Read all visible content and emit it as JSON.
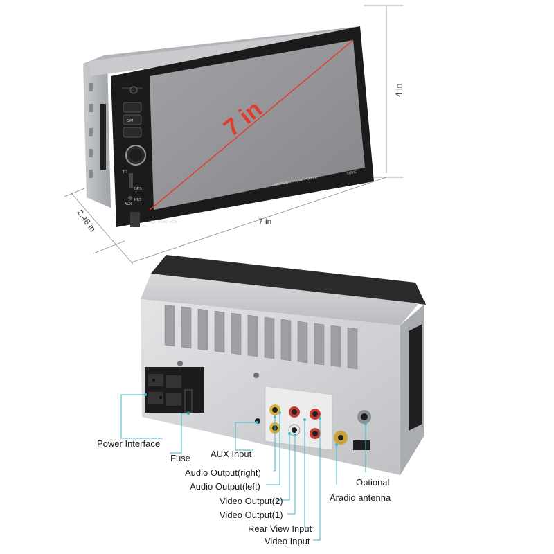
{
  "front_view": {
    "diagonal_label": "7 in",
    "width_label": "7 in",
    "height_label": "4 in",
    "depth_label": "2.48 in",
    "brand_text": "FM/MP5/BT/TF/USB PLAYER",
    "model_text": "7021G",
    "rear_view_text": "REAR VIEW",
    "aux_text": "AUX",
    "tf_text": "TF",
    "gps_text": "GPS",
    "res_text": "RES",
    "mode_text": "O/M",
    "screen_color": "#8f8f93",
    "accent_color": "#e23b2e"
  },
  "callouts": {
    "power_interface": "Power Interface",
    "fuse": "Fuse",
    "aux_input": "AUX Input",
    "audio_output_right": "Audio Output(right)",
    "audio_output_left": "Audio Output(left)",
    "video_output_2": "Video Output(2)",
    "video_output_1": "Video Output(1)",
    "rear_view_input": "Rear View Input",
    "video_input": "Video Input",
    "optional": "Optional",
    "aradio_antenna": "Aradio antenna",
    "line_color": "#3fb6c9"
  }
}
